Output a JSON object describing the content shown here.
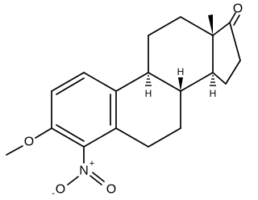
{
  "structure": {
    "atoms": {
      "oxygen_methoxy": "O",
      "oxygen_ketone": "O",
      "nitro_n": "N",
      "nitro_n_charge": "+",
      "nitro_o_double": "O",
      "nitro_o_single": "O",
      "nitro_o_charge": "-",
      "h_c8": "H",
      "h_c9": "H",
      "h_c14": "H"
    }
  }
}
